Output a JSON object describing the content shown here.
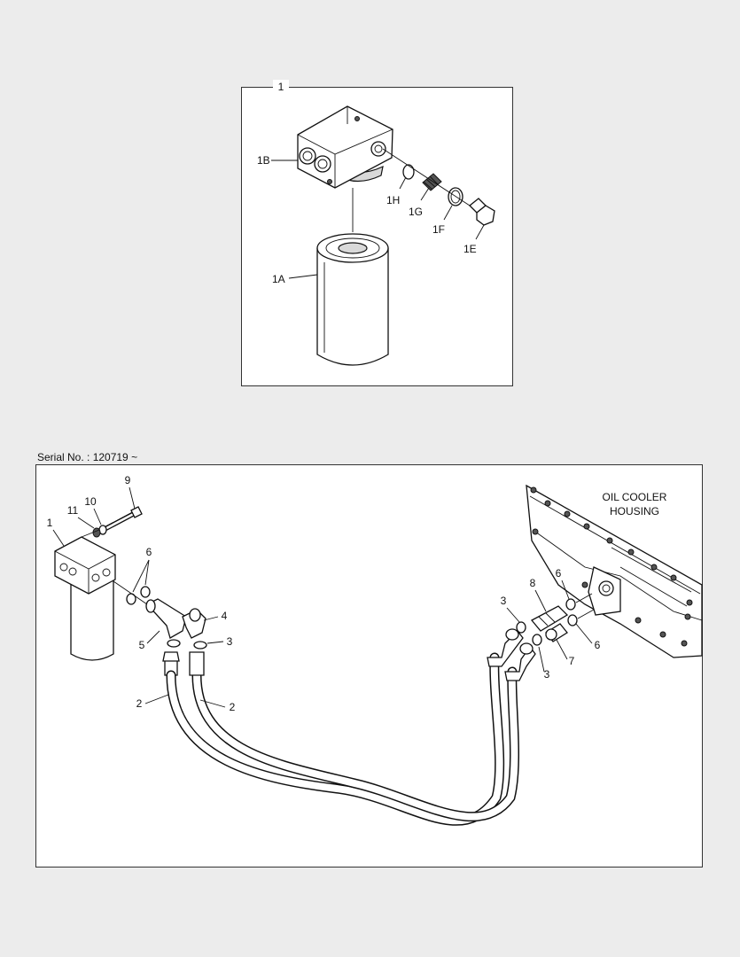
{
  "top_panel": {
    "assembly_label": "1",
    "labels": {
      "l1B": "1B",
      "l1A": "1A",
      "l1H": "1H",
      "l1G": "1G",
      "l1F": "1F",
      "l1E": "1E"
    }
  },
  "bottom_panel": {
    "serial": "Serial No. : 120719 ~",
    "housing_line1": "OIL COOLER",
    "housing_line2": "HOUSING",
    "labels": {
      "l9": "9",
      "l10": "10",
      "l11": "11",
      "l1": "1",
      "l6a": "6",
      "l4": "4",
      "l5": "5",
      "l3a": "3",
      "l2a": "2",
      "l2b": "2",
      "l3b": "3",
      "l8": "8",
      "l6b": "6",
      "l6c": "6",
      "l7": "7",
      "l3c": "3"
    }
  }
}
